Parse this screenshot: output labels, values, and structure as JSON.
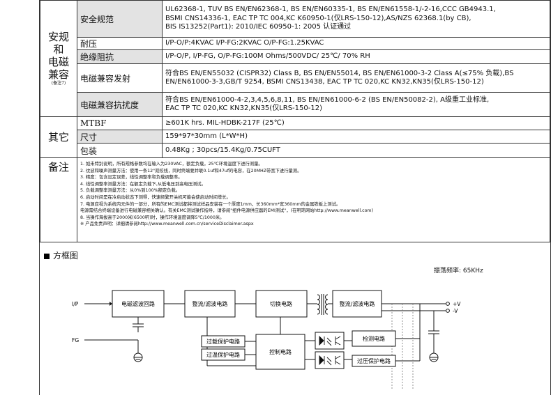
{
  "spec": {
    "safety_emc_category": [
      "安规",
      "和",
      "电磁",
      "兼容"
    ],
    "safety_emc_note": "(备注7)",
    "rows": [
      {
        "label": "安全规范",
        "lines": [
          "UL62368-1, TUV BS EN/EN62368-1, BS EN/EN60335-1, BS EN/EN61558-1/-2-16,CCC GB4943.1,",
          "BSMI CNS14336-1, EAC TP TC 004,KC K60950-1(仅LRS-150-12),AS/NZS 62368.1(by CB),",
          "BIS IS13252(Part1): 2010/IEC 60950-1: 2005 认证通过"
        ]
      },
      {
        "label": "耐压",
        "lines": [
          "I/P-O/P:4KVAC      I/P-FG:2KVAC      O/P-FG:1.25KVAC"
        ]
      },
      {
        "label": "绝缘阻抗",
        "lines": [
          "I/P-O/P, I/P-FG, O/P-FG:100M Ohms/500VDC/ 25℃/ 70% RH"
        ]
      },
      {
        "label": "电磁兼容发射",
        "lines": [
          "符合BS EN/EN55032 (CISPR32) Class B, BS EN/EN55014, BS EN/EN61000-3-2 Class A(≤75% 负载),BS",
          "EN/EN61000-3-3,GB/T 9254, BSMI CNS13438, EAC TP TC 020,KC KN32,KN35(仅LRS-150-12)"
        ]
      },
      {
        "label": "电磁兼容抗扰度",
        "lines": [
          "符合BS EN/EN61000-4-2,3,4,5,6,8,11, BS EN/EN61000-6-2 (BS EN/EN50082-2), A级重工业标准,",
          "EAC TP TC 020,KC KN32,KN35(仅LRS-150-12)"
        ]
      }
    ],
    "other_category": "其它",
    "other_rows": [
      {
        "label": "MTBF",
        "value": "≥601K hrs.  MIL-HDBK-217F (25℃)"
      },
      {
        "label": "尺寸",
        "value": "159*97*30mm (L*W*H)"
      },
      {
        "label": "包装",
        "value": "0.48Kg ; 30pcs/15.4Kg/0.75CUFT"
      }
    ],
    "notes_category": "备注",
    "notes": [
      "1. 如未特别说明，所有规格参数均在输入为230VAC，额定负载，25℃环境温度下进行测量。",
      "2. 纹波和噪声测量方法：使用一条12\"双绞线，同时终端要并联0.1uf和47uf的电容，在20MHZ带宽下进行量测。",
      "3. 精度：包含设定误差，线性调整率和负载调整率。",
      "4. 线性调整率测量方法：在额定负载下,从低电压到高电压测试。",
      "5. 负载调整率测量方法：从0%到100%额定负载。",
      "6. 启动时间是在冷启动状态下测得，快速频繁开关机可能会使启动时间增长。",
      "7. 电源应视为系统内元件的一部分，所有的EMC测试都将测试样品安装在一个厚度1mm，长360mm*宽360mm的金属铁板上测试。",
      "    电源需结合终端设备进行电磁兼容相关确认。有关EMC测试操作指导，请参阅\"组件电源供应器的EMI测试\"，(在明玮网站http://www.meanwell.com)",
      "8. 当操作海拔高于2000米(6500呎)时，操作环境温度调降5℃/1000米。",
      "※ 产品免责声明：详细请参阅http://www.meanwell.com.cn/serviceDisclaimer.aspx"
    ]
  },
  "block_diagram": {
    "title": "方框图",
    "oscillation": "振荡频率: 65KHz",
    "blocks": {
      "emi_filter": "电磁滤波回路",
      "rect_filter_1": "整流/滤波电路",
      "switching": "切换电路",
      "rect_filter_2": "整流/滤波电路",
      "control": "控制电路",
      "ocp": "过载保护电路",
      "otp": "过温保护电路",
      "detection": "检测电路",
      "ovp": "过压保护电路"
    },
    "pins": {
      "ip": "I/P",
      "fg": "FG",
      "vplus": "+V",
      "vminus": "-V"
    }
  }
}
